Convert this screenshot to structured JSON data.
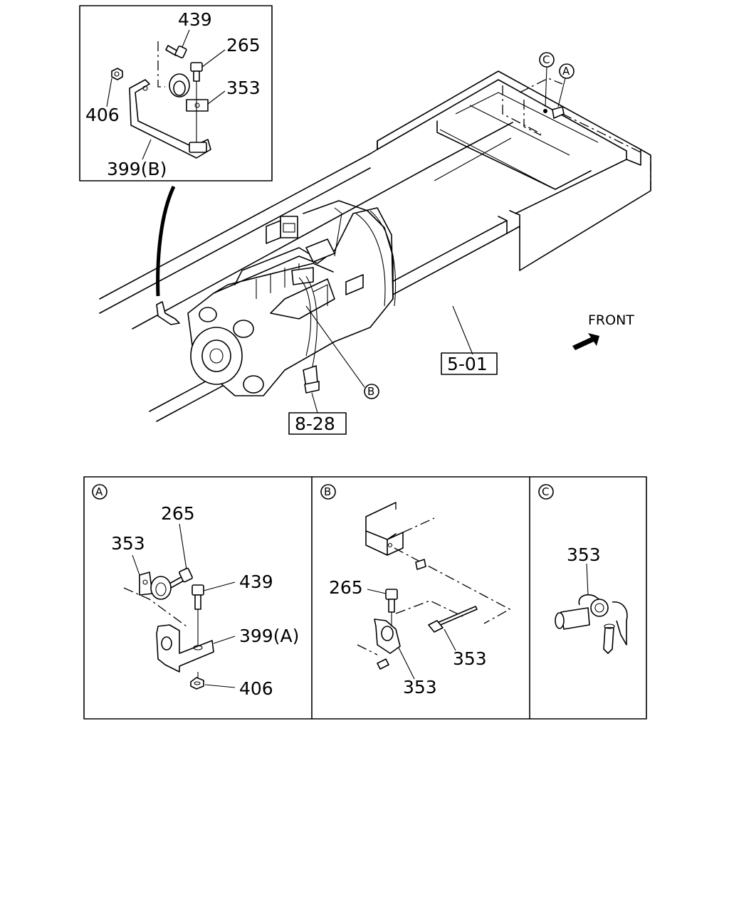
{
  "inset": {
    "labels": {
      "p439": "439",
      "p265": "265",
      "p353": "353",
      "p406": "406",
      "p399b": "399(B)"
    }
  },
  "main": {
    "ref_a": "A",
    "ref_b": "B",
    "ref_c": "C",
    "front": "FRONT",
    "ref_501": "5-01",
    "ref_828": "8-28"
  },
  "detail_a": {
    "tag": "A",
    "labels": {
      "p265": "265",
      "p353": "353",
      "p439": "439",
      "p399a": "399(A)",
      "p406": "406"
    }
  },
  "detail_b": {
    "tag": "B",
    "labels": {
      "p265": "265",
      "p353_top": "353",
      "p353_bottom": "353"
    }
  },
  "detail_c": {
    "tag": "C",
    "labels": {
      "p353": "353"
    }
  }
}
